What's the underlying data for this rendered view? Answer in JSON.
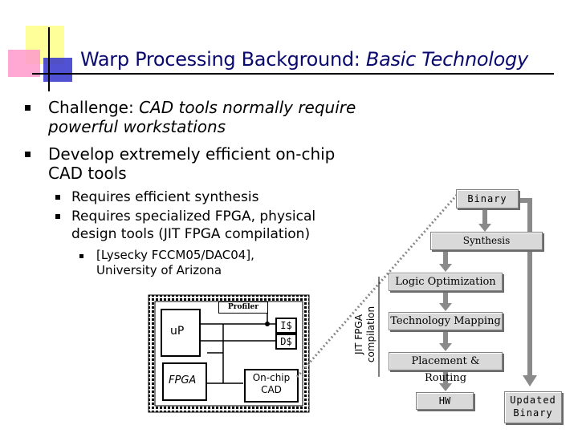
{
  "slide": {
    "title_main": "Warp Processing Background: ",
    "title_italic": "Basic Technology",
    "bullets": [
      {
        "lead": "Challenge: ",
        "italic_1": "CAD tools normally require",
        "italic_2": "powerful workstations"
      },
      {
        "line_1": "Develop extremely efficient on-chip",
        "line_2": "CAD tools"
      }
    ],
    "sub_bullets": [
      {
        "text": "Requires efficient synthesis"
      },
      {
        "line_1": "Requires specialized FPGA, physical",
        "line_2": "design tools (JIT FPGA compilation)"
      }
    ],
    "citation": {
      "line_1": "[Lysecky FCCM05/DAC04],",
      "line_2": "University of Arizona"
    }
  },
  "chip": {
    "profiler": "Profiler",
    "up": "uP",
    "icache": "I$",
    "dcache": "D$",
    "fpga": "FPGA",
    "cad_line_1": "On-chip",
    "cad_line_2": "CAD"
  },
  "flow": {
    "side_label_1": "JIT FPGA",
    "side_label_2": "compilation",
    "binary": "Binary",
    "synthesis": "Synthesis",
    "logic_opt": "Logic Optimization",
    "tech_map": "Technology Mapping",
    "place_route": "Placement & Routing",
    "hw": "HW",
    "updated_1": "Updated",
    "updated_2": "Binary"
  },
  "colors": {
    "title": "#0a0a6e",
    "box_fill": "#d9d9d9",
    "arrow": "#8a8a8a",
    "accent_yellow": "#ffff99",
    "accent_pink": "#ff99cc",
    "accent_blue": "#3333cc"
  }
}
